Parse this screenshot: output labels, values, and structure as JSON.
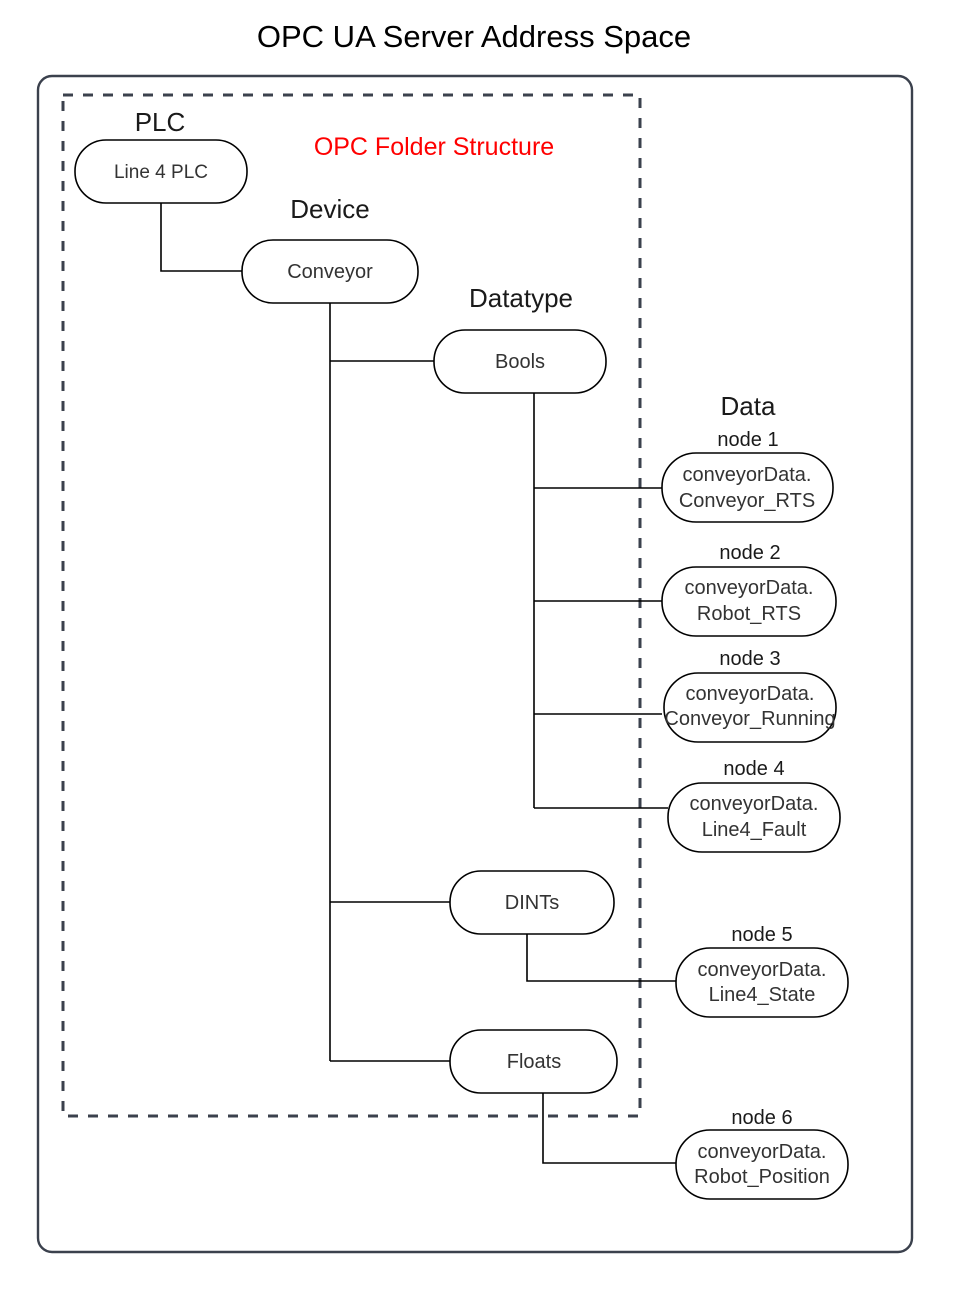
{
  "title": "OPC UA Server Address Space",
  "structure_label": "OPC Folder Structure",
  "group_labels": {
    "plc": "PLC",
    "device": "Device",
    "datatype": "Datatype",
    "data": "Data"
  },
  "folder_nodes": {
    "plc": "Line 4 PLC",
    "device": "Conveyor",
    "bools": "Bools",
    "dints": "DINTs",
    "floats": "Floats"
  },
  "data_nodes": [
    {
      "caption": "node 1",
      "line1": "conveyorData.",
      "line2": "Conveyor_RTS",
      "parent": "Bools"
    },
    {
      "caption": "node 2",
      "line1": "conveyorData.",
      "line2": "Robot_RTS",
      "parent": "Bools"
    },
    {
      "caption": "node 3",
      "line1": "conveyorData.",
      "line2": "Conveyor_Running",
      "parent": "Bools"
    },
    {
      "caption": "node 4",
      "line1": "conveyorData.",
      "line2": "Line4_Fault",
      "parent": "Bools"
    },
    {
      "caption": "node 5",
      "line1": "conveyorData.",
      "line2": "Line4_State",
      "parent": "DINTs"
    },
    {
      "caption": "node 6",
      "line1": "conveyorData.",
      "line2": "Robot_Position",
      "parent": "Floats"
    }
  ],
  "colors": {
    "frame": "#3b414d",
    "node_stroke": "#000000",
    "accent_red": "#ff0000",
    "text": "#1a1a1a",
    "background": "#ffffff"
  }
}
